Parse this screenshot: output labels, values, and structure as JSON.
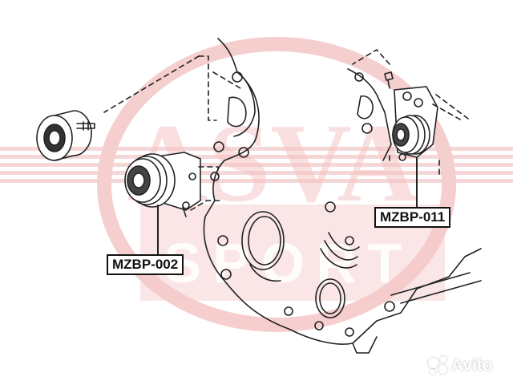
{
  "watermark": {
    "logo_text": "ASVA",
    "logo_subtext": "SPORT",
    "color": "#f5cccc"
  },
  "labels": {
    "left_part": "MZBP-002",
    "right_part": "MZBP-011"
  },
  "marketplace_badge": {
    "text": "Avito"
  },
  "colors": {
    "line": "#222222",
    "label_border": "#111111"
  }
}
